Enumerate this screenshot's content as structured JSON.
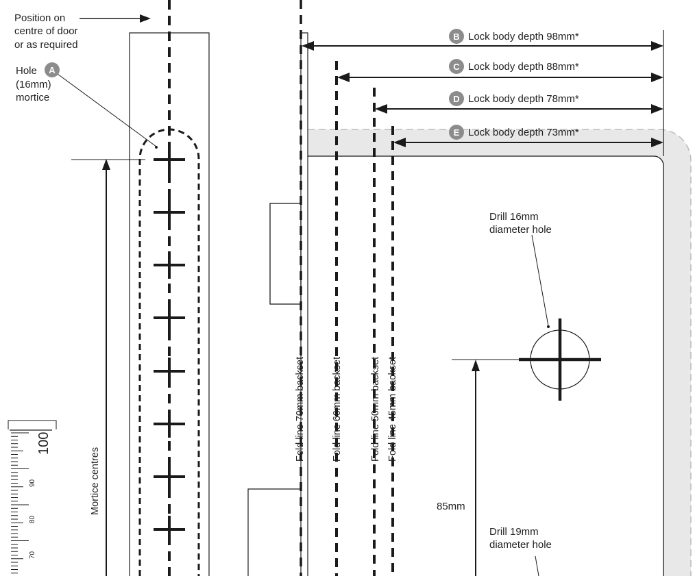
{
  "labels": {
    "position_line1": "Position on",
    "position_line2": "centre of door",
    "position_line3": "or as required",
    "hole_word": "Hole",
    "hole_size": "(16mm)",
    "hole_mortice": "mortice",
    "mortice_centres": "Mortice centres",
    "drill16_line1": "Drill 16mm",
    "drill16_line2": "diameter hole",
    "drill19_line1": "Drill 19mm",
    "drill19_line2": "diameter hole",
    "dim_85": "85mm"
  },
  "badges": {
    "A": "A",
    "B": "B",
    "C": "C",
    "D": "D",
    "E": "E"
  },
  "depths": {
    "B": "Lock body depth 98mm*",
    "C": "Lock body depth 88mm*",
    "D": "Lock body depth 78mm*",
    "E": "Lock body depth 73mm*"
  },
  "fold_lines": {
    "f70": "Fold line 70mm backset",
    "f60": "Fold line 60mm backset",
    "f50": "Fold line 50mm backset",
    "f45": "Fold line 45mm backset"
  },
  "ruler": {
    "t100": "100",
    "t90": "90",
    "t80": "80",
    "t70": "70"
  },
  "colors": {
    "line": "#1a1a1a",
    "badge": "#8c8c8c",
    "door_shade": "#e8e8e8"
  }
}
